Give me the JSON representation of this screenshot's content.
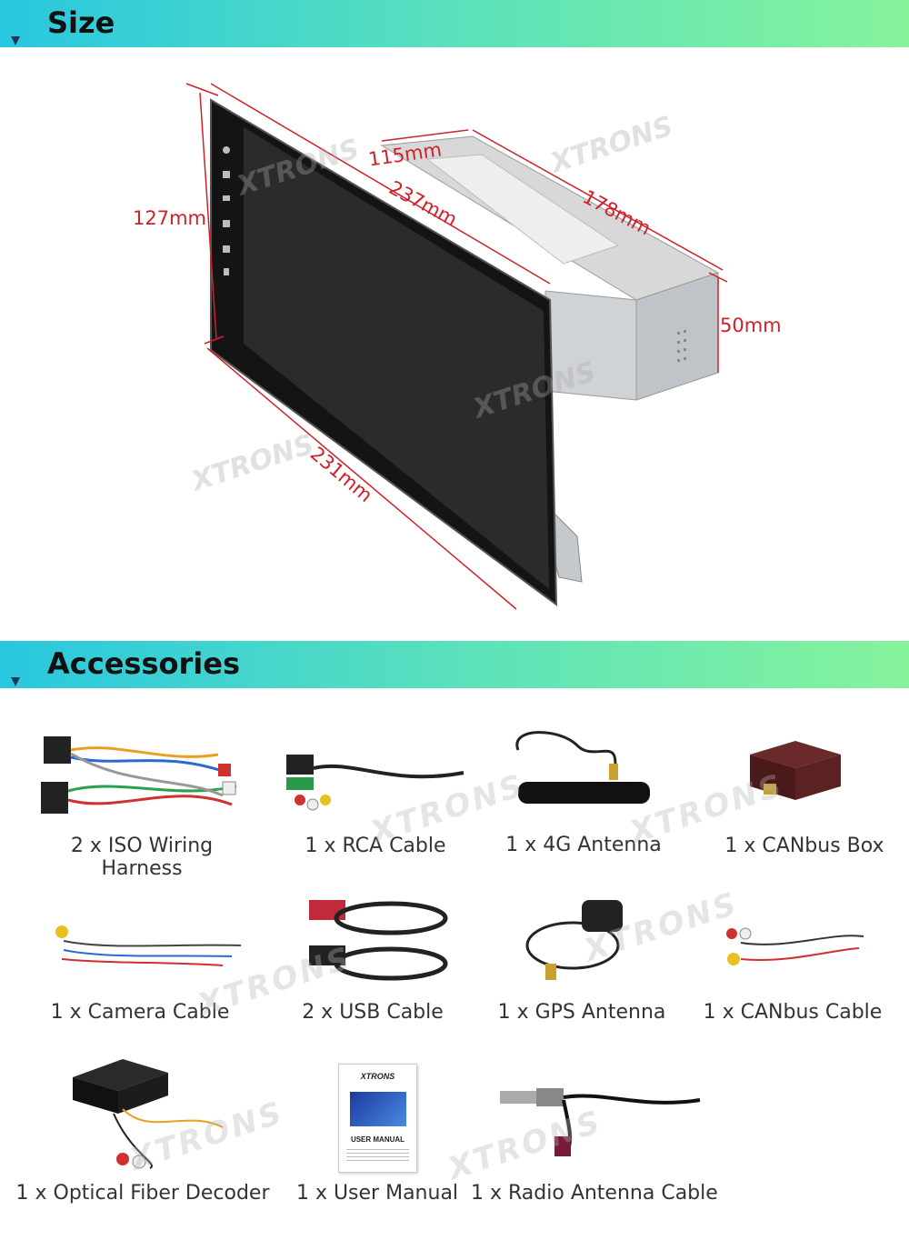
{
  "sections": {
    "size_title": "Size",
    "accessories_title": "Accessories"
  },
  "watermark": "XTRONS",
  "dimensions": {
    "height": "127mm",
    "top_depth": "115mm",
    "diagonal": "237mm",
    "depth": "178mm",
    "box_height": "50mm",
    "width": "231mm"
  },
  "device": {
    "side_icons": [
      "power-icon",
      "home-icon",
      "back-icon",
      "volume-up-icon",
      "volume-down-icon",
      "mic-icon"
    ]
  },
  "accessories": [
    {
      "label": "2 x ISO Wiring Harness",
      "icon": "wiring-harness-icon"
    },
    {
      "label": "1 x RCA Cable",
      "icon": "rca-cable-icon"
    },
    {
      "label": "1 x 4G Antenna",
      "icon": "4g-antenna-icon"
    },
    {
      "label": "1 x CANbus Box",
      "icon": "canbus-box-icon"
    },
    {
      "label": "1 x Camera Cable",
      "icon": "camera-cable-icon"
    },
    {
      "label": "2 x USB Cable",
      "icon": "usb-cable-icon"
    },
    {
      "label": "1 x GPS Antenna",
      "icon": "gps-antenna-icon"
    },
    {
      "label": "1 x CANbus Cable",
      "icon": "canbus-cable-icon"
    },
    {
      "label": "1 x Optical Fiber Decoder",
      "icon": "optical-decoder-icon"
    },
    {
      "label": "1 x User Manual",
      "icon": "user-manual-icon"
    },
    {
      "label": "1 x Radio Antenna Cable",
      "icon": "radio-antenna-cable-icon"
    }
  ],
  "manual": {
    "brand": "XTRONS",
    "title": "USER MANUAL"
  }
}
